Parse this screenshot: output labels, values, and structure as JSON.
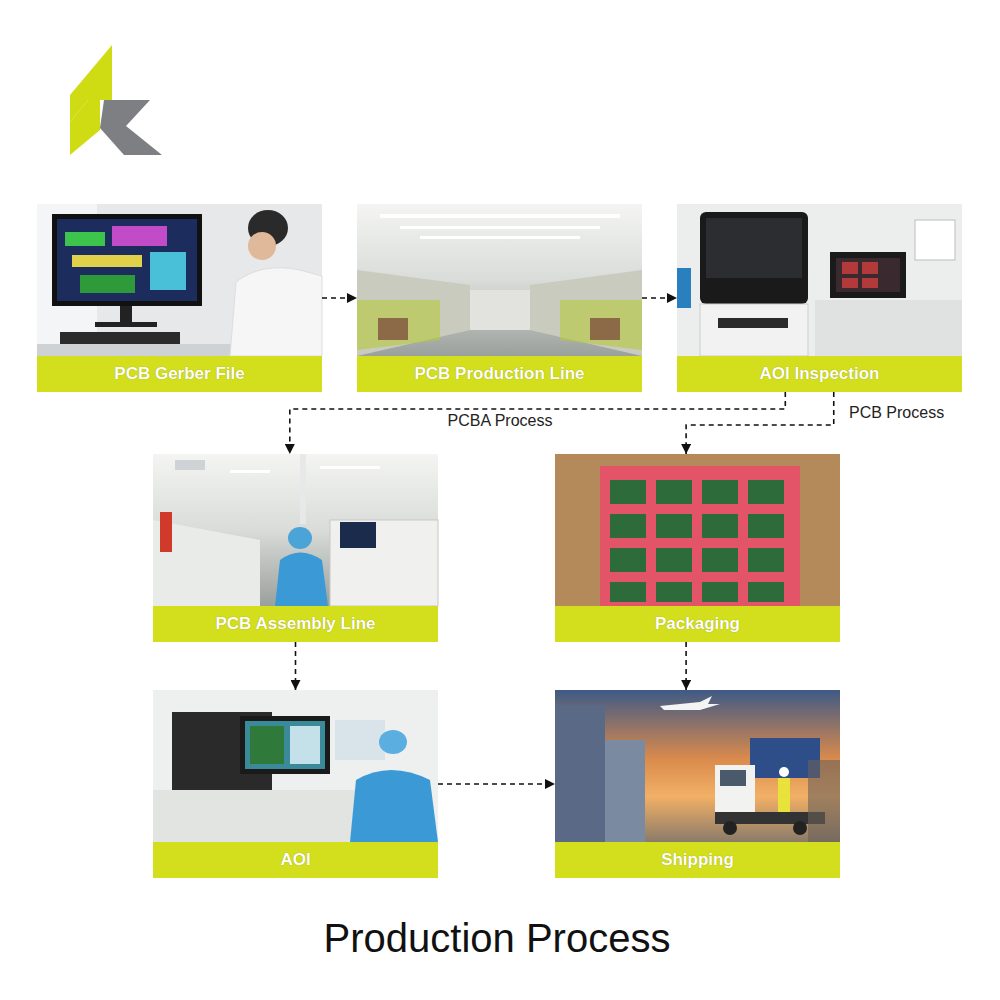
{
  "diagram": {
    "title": "Production Process",
    "nodes": [
      {
        "text": [
          "PCB Gerber File"
        ]
      },
      {
        "text": [
          "PCB Production Line"
        ]
      },
      {
        "text": [
          "AOI Inspection"
        ]
      },
      {
        "text": [
          "PCB Assembly Line"
        ]
      },
      {
        "text": [
          "Packaging"
        ]
      },
      {
        "text": [
          "AOI"
        ]
      },
      {
        "text": [
          "Shipping"
        ]
      }
    ],
    "edges": [
      {
        "from": 0,
        "to": 1,
        "arrow": "to"
      },
      {
        "from": 1,
        "to": 2,
        "arrow": "to"
      },
      {
        "from": 2,
        "to": 3,
        "label": "PCBA Process",
        "arrow": "to"
      },
      {
        "from": 2,
        "to": 4,
        "label": "PCB Process",
        "arrow": "to"
      },
      {
        "from": 3,
        "to": 5,
        "arrow": "to"
      },
      {
        "from": 4,
        "to": 6,
        "arrow": "to"
      },
      {
        "from": 5,
        "to": 6,
        "arrow": "to"
      }
    ]
  }
}
